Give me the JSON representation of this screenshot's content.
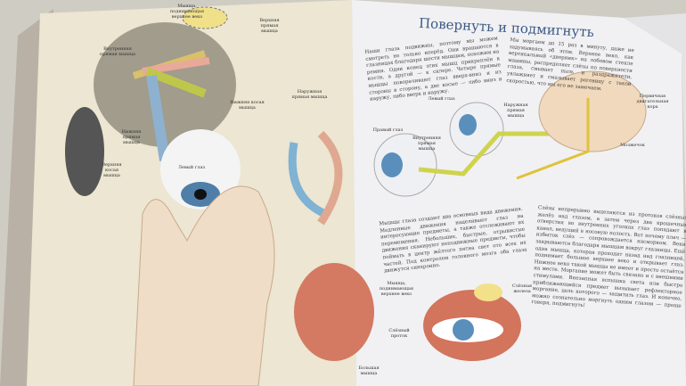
{
  "right_page": {
    "title": "Повернуть и подмигнуть",
    "para1": "Наши глаза подвижны, поэтому мы можем смотреть не только вперёд. Они вращаются в глазницах благодаря шести мышцам, похожим на ремни. Одни конец этих мышц прикреплён к кости, а другой — к склере. Четыре прямые мышцы поворачивают глаз вверх-вниз и из стороны в сторону, а две косые — либо вниз и наружу, либо вверх и наружу.",
    "para2": "Мы моргаем до 15 раз в минуту, даже не задумываясь об этом. Верхнее веко, как вертикальный «дворник» на лобовом стекле машины, распределяет слёзы по поверхности глаза, смывает пыль и раздражители, увлажняет и смазывает роговицу с такой скоростью, что мы его не замечаем.",
    "para3": "Мышцы глаза создают два основных вида движения. Медленные движения нацеливают глаз на интересующие предметы, а также отслеживают их перемещения. Небольшие, быстрые, отрывистые движения сканируют неподвижные предметы, чтобы поймать в центр жёлтого пятна свет ото всех их частей. Под контролем головного мозга оба глаза движутся синхронно.",
    "para4": "Слёзы непрерывно выделяются из протоков слёзных желёз над глазом, а затем через два крошечных отверстия во внутренних уголках глаз попадают в канал, ведущий в носовую полость. Вот почему плач — избыток слёз — сопровождается насморком. Веки закрываются благодаря мышцам вокруг глазницы. Ещё одна мышца, которая проходит назад над глазницей, поднимает большое верхнее веко и открывает глаз. Нижнее веко такой мышцы не имеет и просто остаётся на месте. Моргание может быть связано и с внешними стимулами. Внезапная вспышка света или быстро приближающийся предмет вызывает рефлекторное моргание, цель которого — защитить глаз. И конечно, можно сознательно моргнуть одним глазом — проще говоря, подмигнуть!",
    "labels": {
      "left_eye": "Левый глаз",
      "right_eye": "Правый глаз",
      "outer_rectus": "Наружная прямая мышца",
      "inner_rectus": "Внутренняя прямая мышца",
      "motor_cortex": "Первичная двигательная кора",
      "cerebellum": "Мозжечок",
      "levator": "Мышца, поднимающая верхнее веко",
      "lacrimal_gland": "Слёзная железа",
      "tear_duct": "Слёзный проток",
      "orbicularis": "Большая мышца"
    }
  },
  "left_page": {
    "labels": {
      "levator": "Мышца, поднимающая верхнее веко",
      "superior_rectus": "Верхняя прямая мышца",
      "medial_rectus": "Внутренняя прямая мышца",
      "lateral_rectus": "Наружная прямая мышца",
      "inferior_oblique": "Нижняя косая мышца",
      "inferior_rectus": "Нижняя прямая мышца",
      "superior_oblique": "Верхняя косая мышца",
      "left_eye": "Левый глаз"
    }
  }
}
